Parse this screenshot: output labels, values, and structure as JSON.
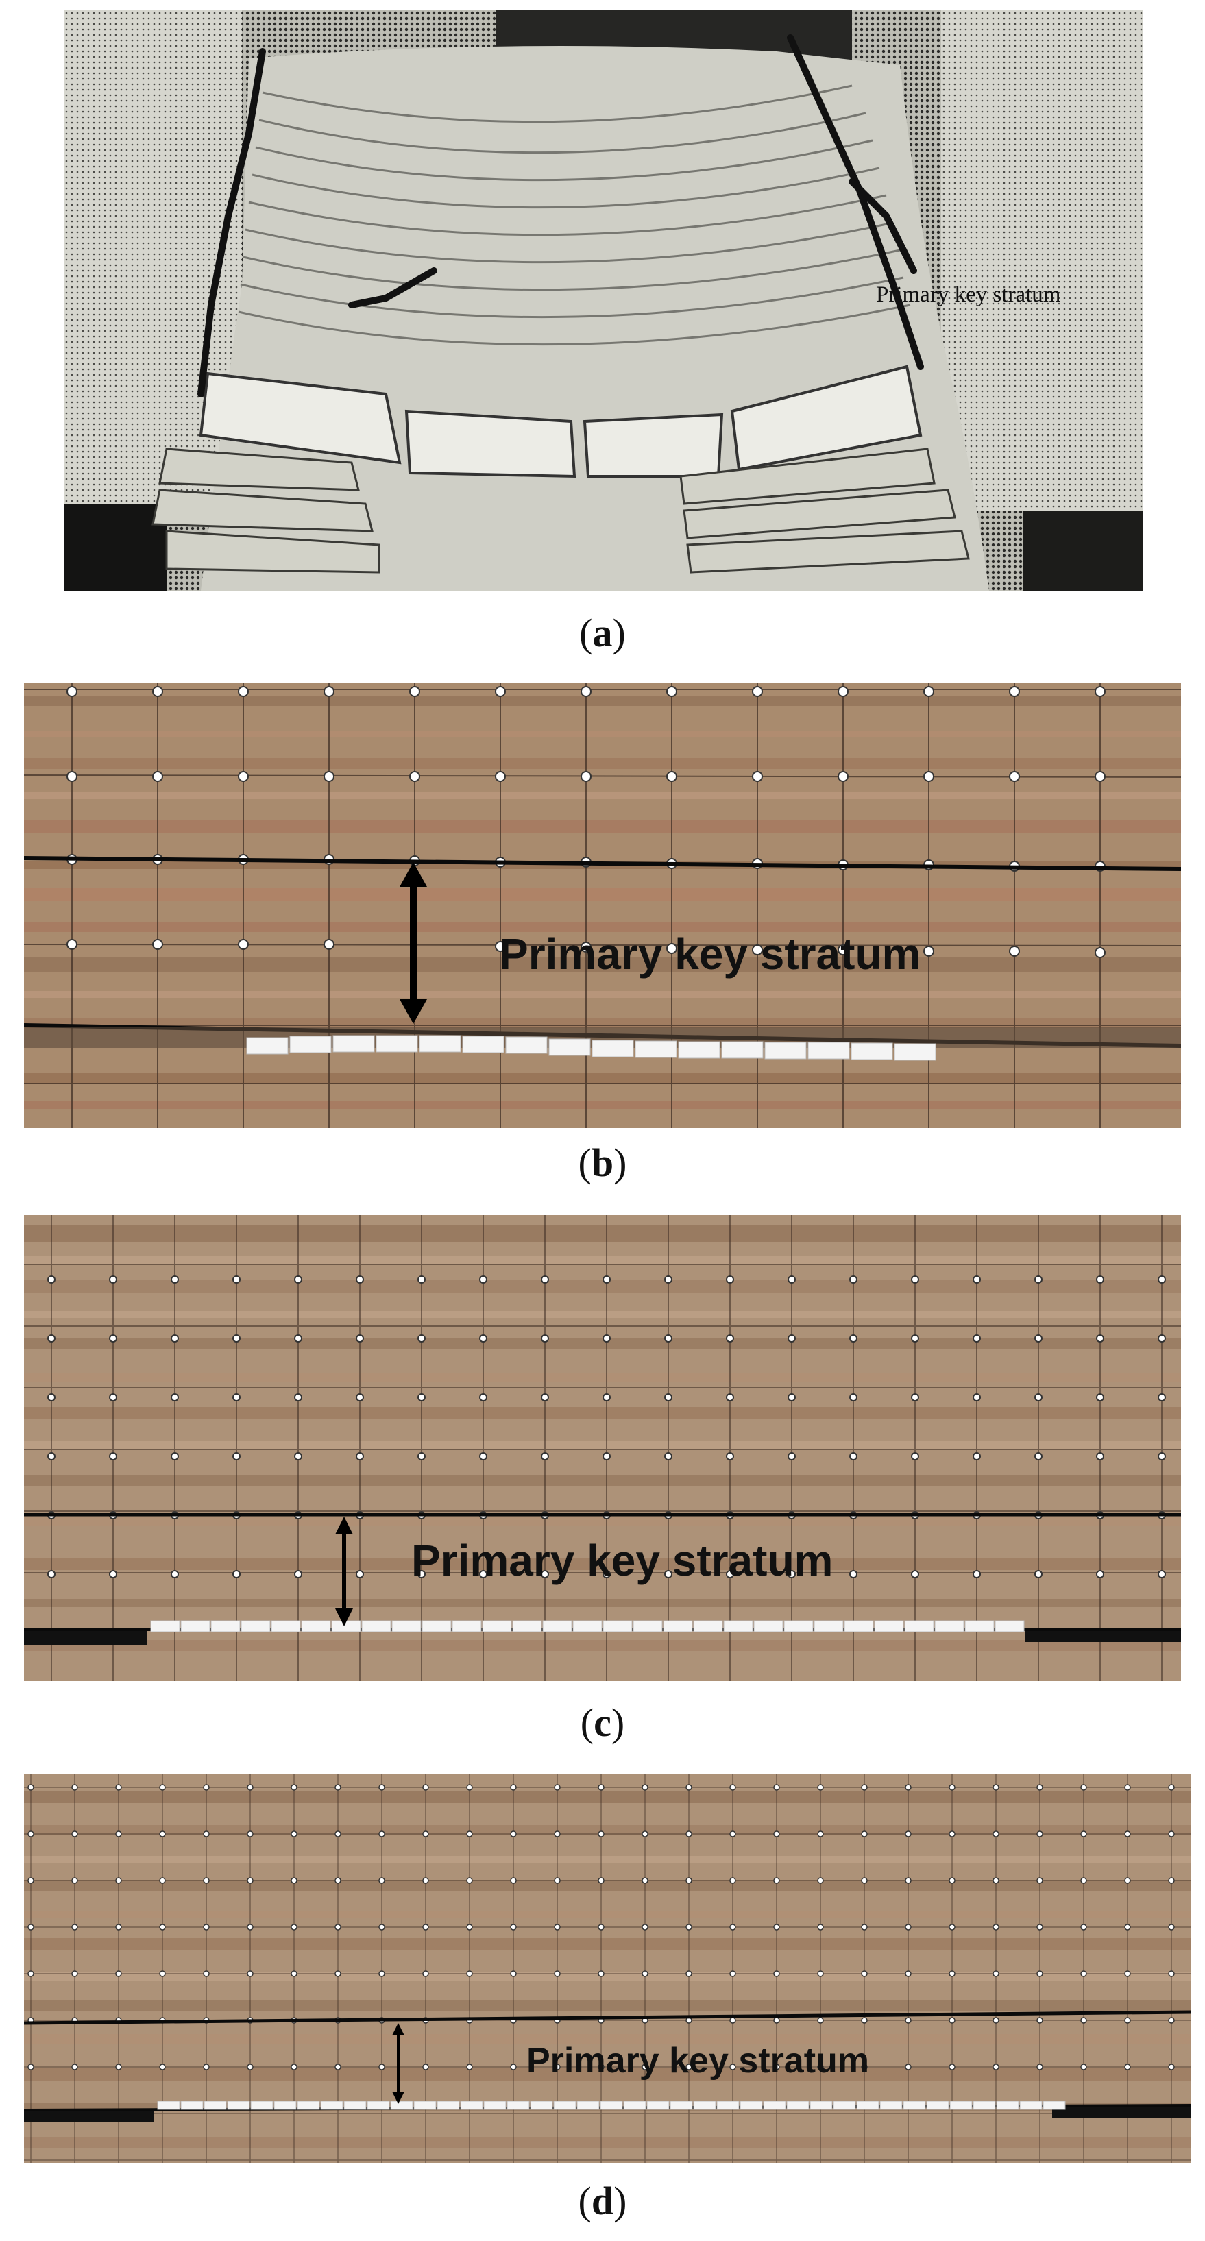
{
  "panels": [
    {
      "label": "Primary key stratum",
      "caption_letter": "a"
    },
    {
      "label": "Primary key stratum",
      "caption_letter": "b"
    },
    {
      "label": "Primary key stratum",
      "caption_letter": "c"
    },
    {
      "label": "Primary key stratum",
      "caption_letter": "d"
    }
  ],
  "colors": {
    "panel_a_bg": "#3a3a36",
    "panel_a_light": "#d8d8cf",
    "model_base": "#a98b6e",
    "model_stripe_dark": "#8a6a50",
    "model_stripe_red": "#a6705a",
    "dot_fill": "#ffffff",
    "line": "#0a0a0a",
    "block": "#f4f4f4"
  }
}
